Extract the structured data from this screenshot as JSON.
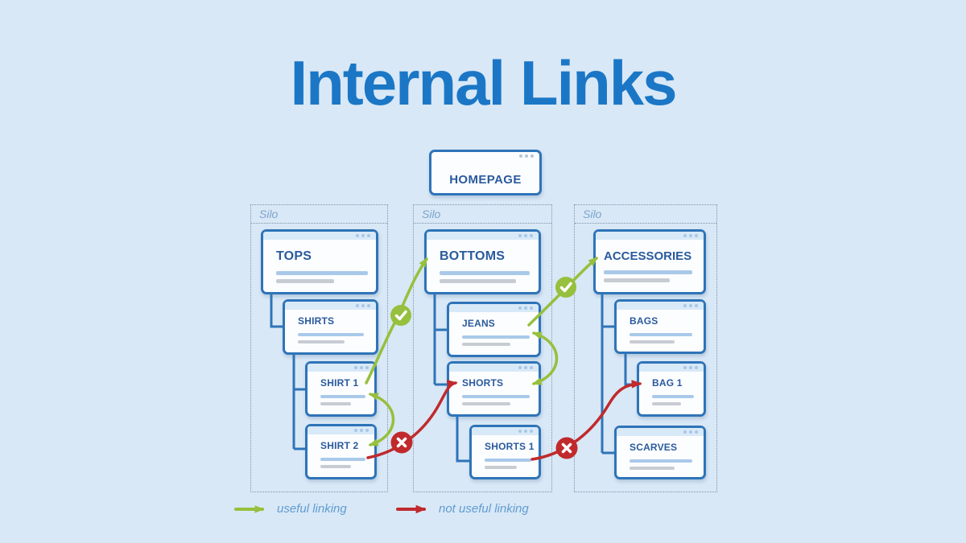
{
  "title": "Internal Links",
  "homepage": {
    "label": "HOMEPAGE"
  },
  "silos": [
    {
      "label": "Silo",
      "pages": [
        {
          "label": "TOPS"
        },
        {
          "label": "SHIRTS"
        },
        {
          "label": "SHIRT 1"
        },
        {
          "label": "SHIRT 2"
        }
      ]
    },
    {
      "label": "Silo",
      "pages": [
        {
          "label": "BOTTOMS"
        },
        {
          "label": "JEANS"
        },
        {
          "label": "SHORTS"
        },
        {
          "label": "SHORTS 1"
        }
      ]
    },
    {
      "label": "Silo",
      "pages": [
        {
          "label": "ACCESSORIES"
        },
        {
          "label": "BAGS"
        },
        {
          "label": "BAG 1"
        },
        {
          "label": "SCARVES"
        }
      ]
    }
  ],
  "links": {
    "useful": [
      {
        "from": "SHIRT 1",
        "to": "BOTTOMS"
      },
      {
        "from": "SHIRT 1",
        "to": "SHIRT 2",
        "bidirectional": true
      },
      {
        "from": "JEANS",
        "to": "ACCESSORIES"
      },
      {
        "from": "JEANS",
        "to": "SHORTS",
        "bidirectional": true
      }
    ],
    "not_useful": [
      {
        "from": "SHIRT 2",
        "to": "SHORTS"
      },
      {
        "from": "SHORTS 1",
        "to": "BAG 1"
      }
    ]
  },
  "legend": {
    "useful_label": "useful linking",
    "not_useful_label": "not useful linking"
  },
  "icons": {
    "useful_badge": "check-icon",
    "not_useful_badge": "x-icon",
    "window_dots": "window-dots-icon"
  },
  "colors": {
    "background": "#d9e8f6",
    "title_blue": "#1b77c6",
    "box_border_blue": "#2e74b8",
    "label_blue": "#2a5a9d",
    "useful_green": "#96c03d",
    "not_useful_red": "#c02a2d",
    "silo_dotted_gray": "#7e92aa",
    "handwriting_blue": "#5f9cd2"
  }
}
